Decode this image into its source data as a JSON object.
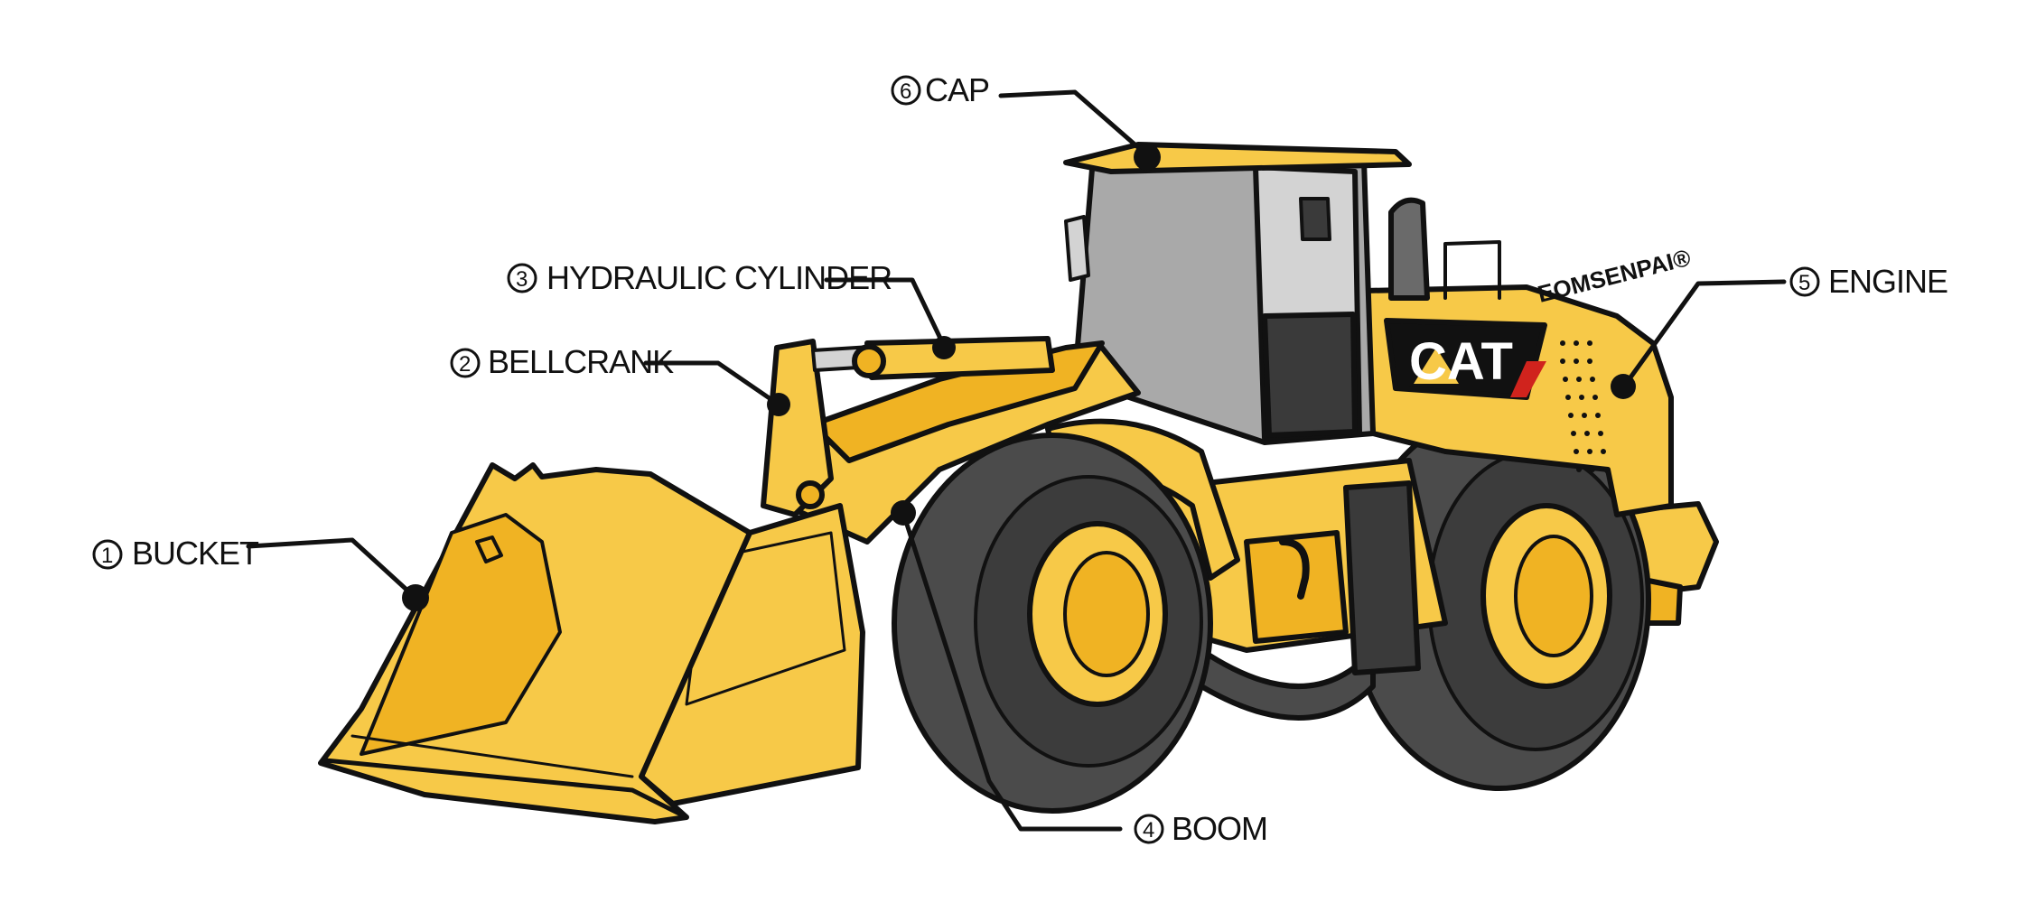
{
  "labels": {
    "bucket": {
      "num": "1",
      "text": "BUCKET"
    },
    "bellcrank": {
      "num": "2",
      "text": "BELLCRANK"
    },
    "cylinder": {
      "num": "3",
      "text": "HYDRAULIC CYLINDER"
    },
    "boom": {
      "num": "4",
      "text": "BOOM"
    },
    "engine": {
      "num": "5",
      "text": "ENGINE"
    },
    "cap": {
      "num": "6",
      "text": "CAP"
    }
  },
  "brand_logo": "CAT",
  "watermark": "EOMSENPAI®",
  "colors": {
    "body_yellow": "#f7c948",
    "body_yellow_dark": "#f0b323",
    "tire": "#4b4b4b",
    "cab_glass": "#a9a9a9",
    "outline": "#111111",
    "accent_red": "#d0231d"
  }
}
